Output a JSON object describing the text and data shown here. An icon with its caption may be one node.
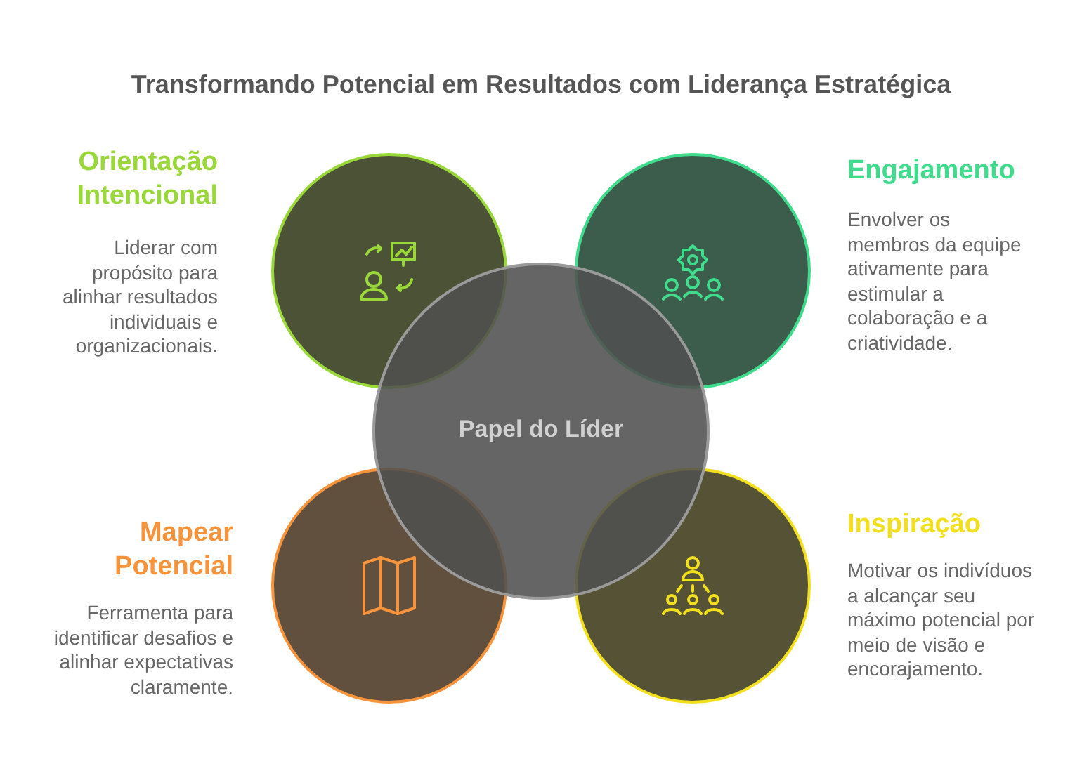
{
  "diagram": {
    "title": "Transformando Potencial em Resultados com Liderança Estratégica",
    "nodes": [
      {
        "text": [],
        "shape": "circle",
        "beside": [
          "Orientação Intencional",
          "Liderar com propósito para alinhar resultados individuais e organizacionais."
        ]
      },
      {
        "text": [],
        "shape": "circle",
        "beside": [
          "Engajamento",
          "Envolver os membros da equipe ativamente para estimular a colaboração e a criatividade."
        ]
      },
      {
        "text": [
          "Papel do Líder"
        ]
      },
      {
        "text": [],
        "shape": "circle",
        "beside": [
          "Mapear Potencial",
          "Ferramenta para identificar desafios e alinhar expectativas claramente."
        ]
      },
      {
        "text": [],
        "shape": "circle",
        "beside": [
          "Inspiração",
          "Motivar os indivíduos a alcançar seu máximo potencial por meio de visão e encorajamento."
        ]
      }
    ],
    "edges": []
  }
}
